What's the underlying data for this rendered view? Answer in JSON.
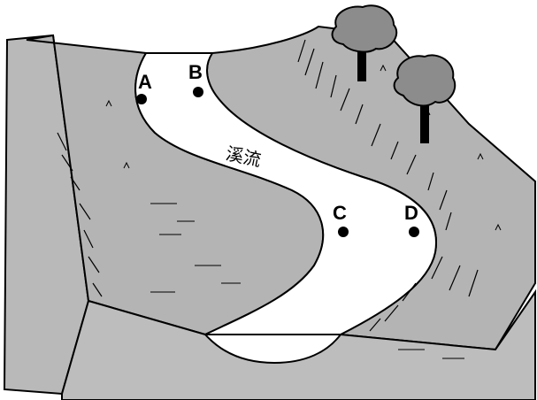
{
  "diagram": {
    "points": [
      {
        "id": "A",
        "label": "A"
      },
      {
        "id": "B",
        "label": "B"
      },
      {
        "id": "C",
        "label": "C"
      },
      {
        "id": "D",
        "label": "D"
      }
    ],
    "stream_label": "溪流",
    "colors": {
      "land": "#b4b4b4",
      "block_face": "#bdbdbd",
      "water": "#ffffff",
      "tree_canopy": "#8c8c8c",
      "outline": "#000000"
    }
  }
}
